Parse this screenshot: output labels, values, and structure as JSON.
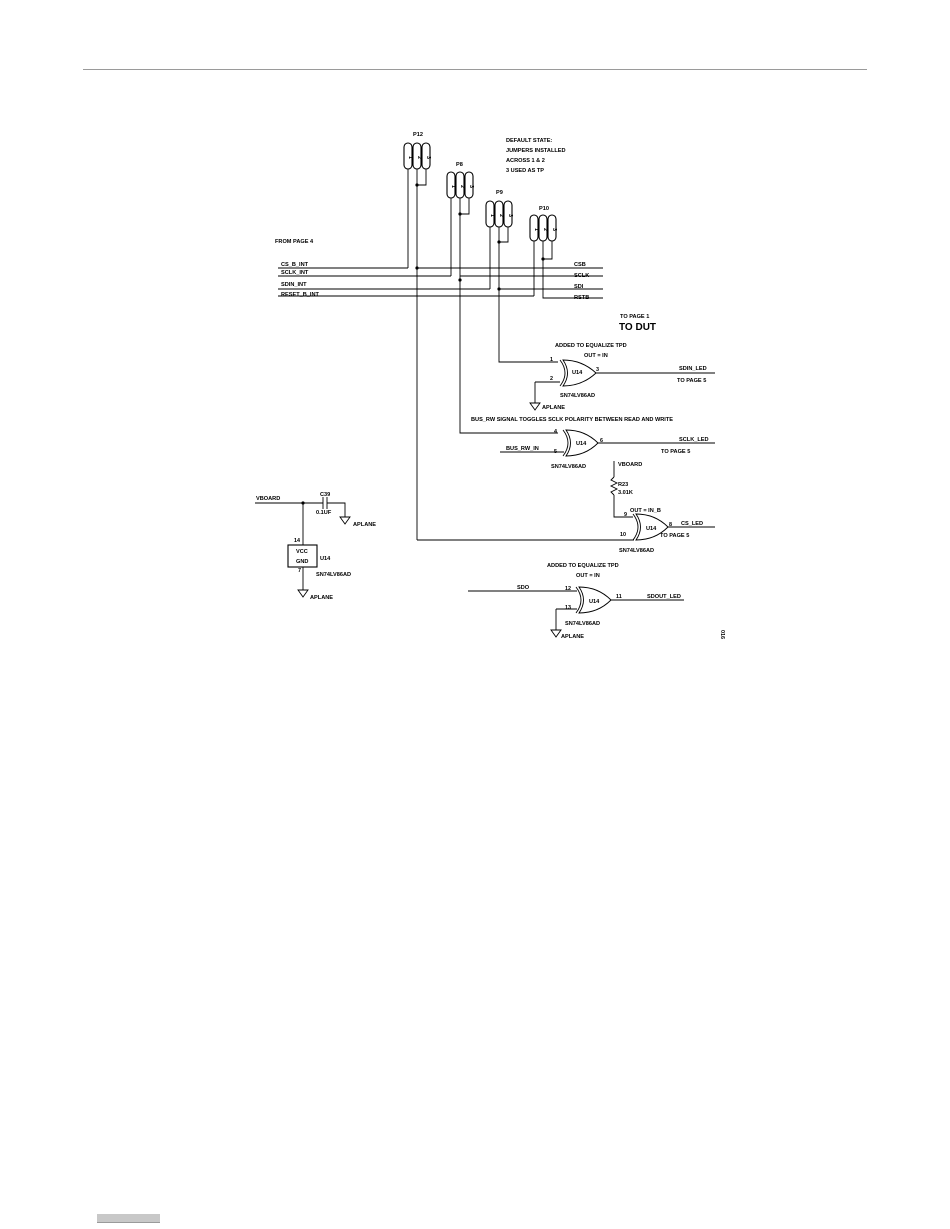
{
  "headers": {
    "P12": "P12",
    "P8": "P8",
    "P9": "P9",
    "P10": "P10",
    "pin1": "1",
    "pin2": "2",
    "pin3": "3"
  },
  "default_state": [
    "DEFAULT STATE:",
    "JUMPERS INSTALLED",
    "ACROSS 1 & 2",
    "3 USED AS TP"
  ],
  "from_page": "FROM PAGE 4",
  "inputs": {
    "cs": "CS_B_INT",
    "sclk": "SCLK_INT",
    "sdin": "SDIN_INT",
    "reset": "RESET_B_INT"
  },
  "outputs": {
    "csb": "CSB",
    "sclk": "SCLK",
    "sdi": "SDI",
    "rstb": "RSTB"
  },
  "to_page1": "TO PAGE 1",
  "to_dut": "TO DUT",
  "gate1": {
    "note": "ADDED TO EQUALIZE TPD",
    "eq": "OUT = IN",
    "ref": "U14",
    "part": "SN74LV86AD",
    "pin_a": "1",
    "pin_b": "2",
    "pin_out": "3",
    "out_net": "SDIN_LED",
    "dest": "TO PAGE 5",
    "ground": "APLANE"
  },
  "gate2": {
    "note": "BUS_RW SIGNAL TOGGLES SCLK POLARITY BETWEEN READ AND WRITE",
    "ref": "U14",
    "part": "SN74LV86AD",
    "pin_a": "4",
    "pin_b": "5",
    "pin_out": "6",
    "in_net": "BUS_RW_IN",
    "out_net": "SCLK_LED",
    "dest": "TO PAGE 5"
  },
  "gate3": {
    "supply": "VBOARD",
    "res_ref": "R23",
    "res_val": "3.01K",
    "eq": "OUT = IN_B",
    "ref": "U14",
    "part": "SN74LV86AD",
    "pin_a": "9",
    "pin_b": "10",
    "pin_out": "8",
    "out_net": "CS_LED",
    "dest": "TO PAGE 5"
  },
  "gate4": {
    "note": "ADDED TO EQUALIZE TPD",
    "eq": "OUT = IN",
    "ref": "U14",
    "part": "SN74LV86AD",
    "pin_a": "12",
    "pin_b": "13",
    "pin_out": "11",
    "in_net": "SDO",
    "out_net": "SDOUT_LED",
    "ground": "APLANE"
  },
  "power": {
    "supply": "VBOARD",
    "cap_ref": "C39",
    "cap_val": "0.1UF",
    "cap_ground": "APLANE",
    "pin_vcc": "14",
    "vcc": "VCC",
    "gnd": "GND",
    "pin_gnd": "7",
    "ref": "U14",
    "part": "SN74LV86AD",
    "ground": "APLANE"
  },
  "figure_id": "016"
}
